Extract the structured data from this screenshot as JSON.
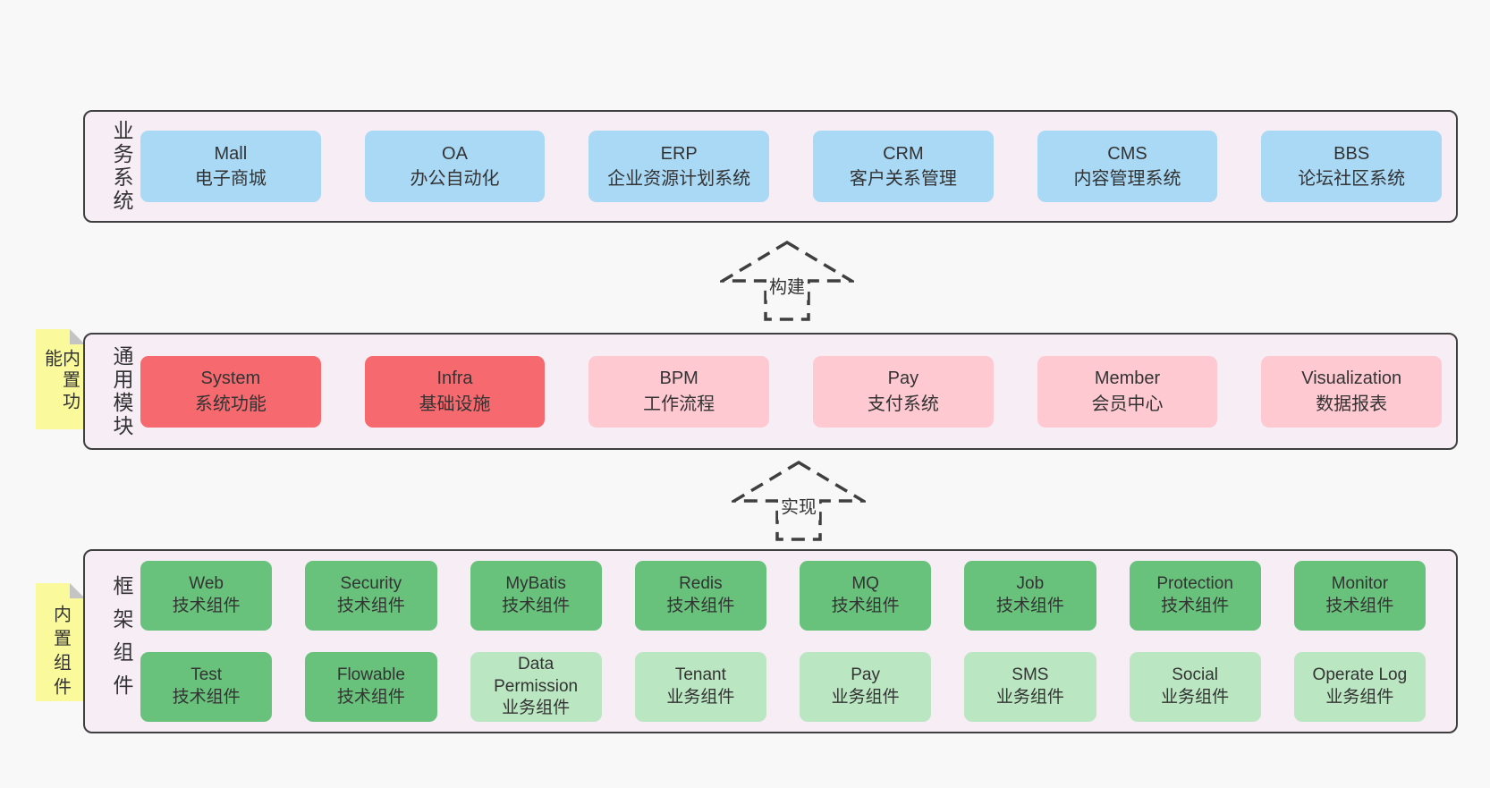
{
  "palette": {
    "background": "#f8f8f8",
    "panel_fill": "#f7edf5",
    "panel_border": "#3f3f3f",
    "blue_box": "#aad9f6",
    "red_box": "#f5696f",
    "pink_box": "#ffc9d2",
    "green_box": "#69c27c",
    "light_green_box": "#bbe6c2",
    "sticky_note": "#fafa9d",
    "sticky_fold": "#c4c4c4",
    "text": "#333333"
  },
  "arrows": [
    {
      "label": "构建"
    },
    {
      "label": "实现"
    }
  ],
  "sections": {
    "business": {
      "label": "业务系统",
      "items": [
        {
          "name": "Mall",
          "desc": "电子商城"
        },
        {
          "name": "OA",
          "desc": "办公自动化"
        },
        {
          "name": "ERP",
          "desc": "企业资源计划系统"
        },
        {
          "name": "CRM",
          "desc": "客户关系管理"
        },
        {
          "name": "CMS",
          "desc": "内容管理系统"
        },
        {
          "name": "BBS",
          "desc": "论坛社区系统"
        }
      ]
    },
    "modules": {
      "label": "通用模块",
      "sticky": "内置功能",
      "items": [
        {
          "name": "System",
          "desc": "系统功能",
          "variant": "red"
        },
        {
          "name": "Infra",
          "desc": "基础设施",
          "variant": "red"
        },
        {
          "name": "BPM",
          "desc": "工作流程",
          "variant": "pink"
        },
        {
          "name": "Pay",
          "desc": "支付系统",
          "variant": "pink"
        },
        {
          "name": "Member",
          "desc": "会员中心",
          "variant": "pink"
        },
        {
          "name": "Visualization",
          "desc": "数据报表",
          "variant": "pink"
        }
      ]
    },
    "framework": {
      "label": "框架组件",
      "sticky": "内置组件",
      "rows": [
        [
          {
            "name": "Web",
            "desc": "技术组件",
            "variant": "green"
          },
          {
            "name": "Security",
            "desc": "技术组件",
            "variant": "green"
          },
          {
            "name": "MyBatis",
            "desc": "技术组件",
            "variant": "green"
          },
          {
            "name": "Redis",
            "desc": "技术组件",
            "variant": "green"
          },
          {
            "name": "MQ",
            "desc": "技术组件",
            "variant": "green"
          },
          {
            "name": "Job",
            "desc": "技术组件",
            "variant": "green"
          },
          {
            "name": "Protection",
            "desc": "技术组件",
            "variant": "green"
          },
          {
            "name": "Monitor",
            "desc": "技术组件",
            "variant": "green"
          }
        ],
        [
          {
            "name": "Test",
            "desc": "技术组件",
            "variant": "green"
          },
          {
            "name": "Flowable",
            "desc": "技术组件",
            "variant": "green"
          },
          {
            "name": "Data Permission",
            "desc": "业务组件",
            "variant": "light-green"
          },
          {
            "name": "Tenant",
            "desc": "业务组件",
            "variant": "light-green"
          },
          {
            "name": "Pay",
            "desc": "业务组件",
            "variant": "light-green"
          },
          {
            "name": "SMS",
            "desc": "业务组件",
            "variant": "light-green"
          },
          {
            "name": "Social",
            "desc": "业务组件",
            "variant": "light-green"
          },
          {
            "name": "Operate Log",
            "desc": "业务组件",
            "variant": "light-green"
          }
        ]
      ]
    }
  }
}
